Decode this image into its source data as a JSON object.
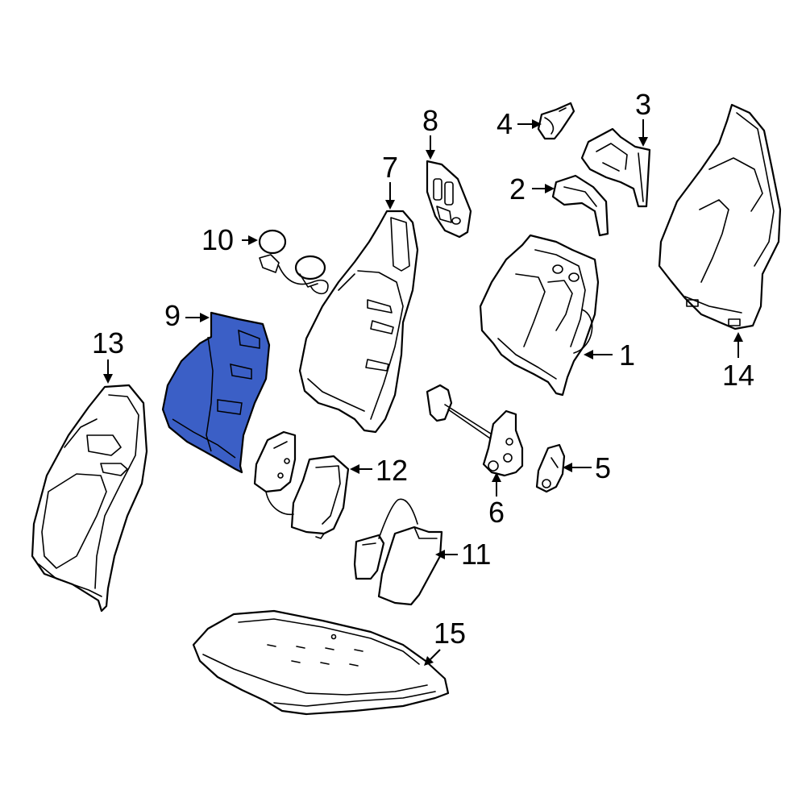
{
  "highlight_color": "#3b5fc6",
  "callouts": {
    "c1": "1",
    "c2": "2",
    "c3": "3",
    "c4": "4",
    "c5": "5",
    "c6": "6",
    "c7": "7",
    "c8": "8",
    "c9": "9",
    "c10": "10",
    "c11": "11",
    "c12": "12",
    "c13": "13",
    "c14": "14",
    "c15": "15"
  }
}
